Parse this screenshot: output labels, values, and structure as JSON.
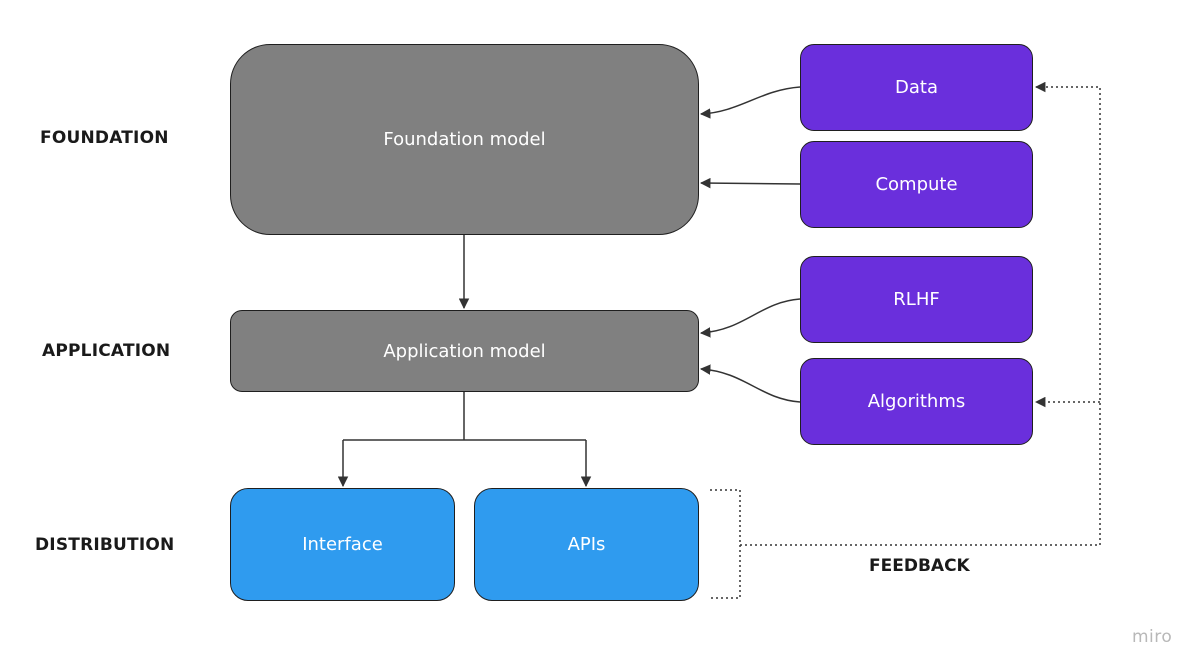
{
  "layers": {
    "foundation": "FOUNDATION",
    "application": "APPLICATION",
    "distribution": "DISTRIBUTION"
  },
  "nodes": {
    "foundation_model": "Foundation model",
    "application_model": "Application model",
    "interface": "Interface",
    "apis": "APIs",
    "data": "Data",
    "compute": "Compute",
    "rlhf": "RLHF",
    "algorithms": "Algorithms"
  },
  "feedback_label": "FEEDBACK",
  "watermark": "miro",
  "colors": {
    "gray_node": "#808080",
    "purple_node": "#6a2fdc",
    "blue_node": "#2f9bef",
    "connector": "#333333"
  }
}
